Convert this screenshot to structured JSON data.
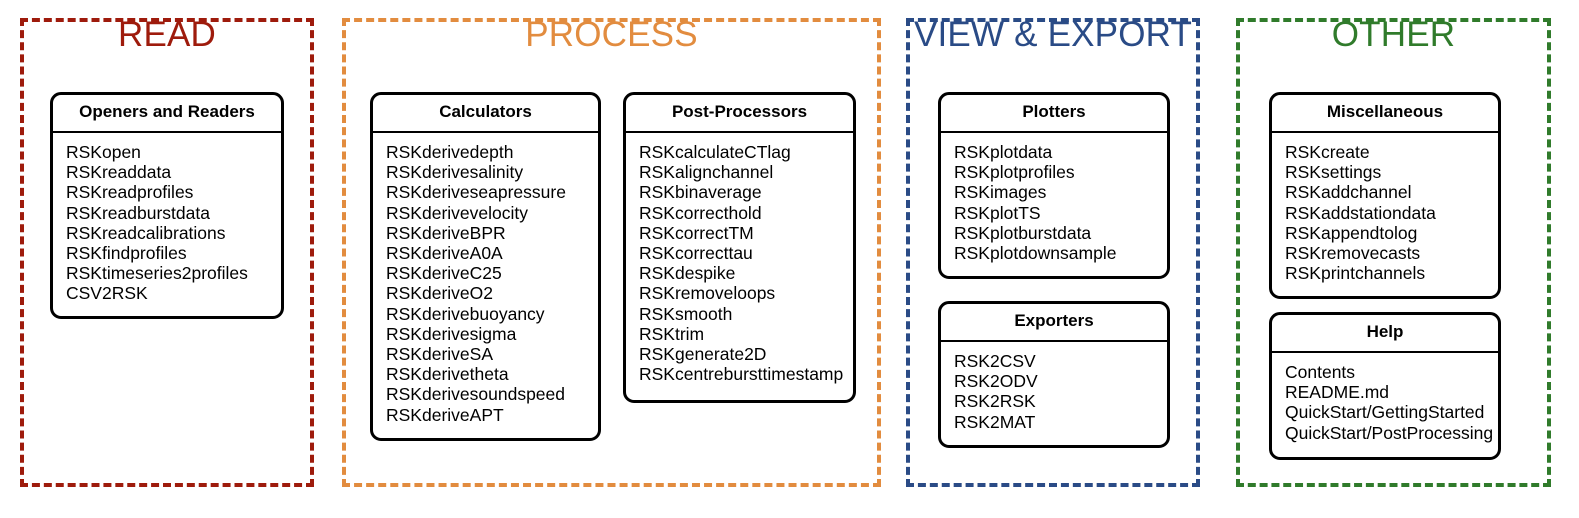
{
  "panels": [
    {
      "id": "read",
      "title": "READ",
      "color": "#9e1b0c",
      "cards": [
        {
          "id": "openers",
          "header": "Openers and Readers",
          "items": [
            "RSKopen",
            "RSKreaddata",
            "RSKreadprofiles",
            "RSKreadburstdata",
            "RSKreadcalibrations",
            "RSKfindprofiles",
            "RSKtimeseries2profiles",
            "CSV2RSK"
          ]
        }
      ]
    },
    {
      "id": "process",
      "title": "PROCESS",
      "color": "#e28c3f",
      "cards": [
        {
          "id": "calculators",
          "header": "Calculators",
          "items": [
            "RSKderivedepth",
            "RSKderivesalinity",
            "RSKderiveseapressure",
            "RSKderivevelocity",
            "RSKderiveBPR",
            "RSKderiveA0A",
            "RSKderiveC25",
            "RSKderiveO2",
            "RSKderivebuoyancy",
            "RSKderivesigma",
            "RSKderiveSA",
            "RSKderivetheta",
            "RSKderivesoundspeed",
            "RSKderiveAPT"
          ]
        },
        {
          "id": "postproc",
          "header": "Post-Processors",
          "items": [
            "RSKcalculateCTlag",
            "RSKalignchannel",
            "RSKbinaverage",
            "RSKcorrecthold",
            "RSKcorrectTM",
            "RSKcorrecttau",
            "RSKdespike",
            "RSKremoveloops",
            "RSKsmooth",
            "RSKtrim",
            "RSKgenerate2D",
            "RSKcentrebursttimestamp"
          ]
        }
      ]
    },
    {
      "id": "view-export",
      "title": "VIEW & EXPORT",
      "color": "#2a4b86",
      "cards": [
        {
          "id": "plotters",
          "header": "Plotters",
          "items": [
            "RSKplotdata",
            "RSKplotprofiles",
            "RSKimages",
            "RSKplotTS",
            "RSKplotburstdata",
            "RSKplotdownsample"
          ]
        },
        {
          "id": "exporters",
          "header": "Exporters",
          "items": [
            "RSK2CSV",
            "RSK2ODV",
            "RSK2RSK",
            "RSK2MAT"
          ]
        }
      ]
    },
    {
      "id": "other",
      "title": "OTHER",
      "color": "#307b2b",
      "cards": [
        {
          "id": "misc",
          "header": "Miscellaneous",
          "items": [
            "RSKcreate",
            "RSKsettings",
            "RSKaddchannel",
            "RSKaddstationdata",
            "RSKappendtolog",
            "RSKremovecasts",
            "RSKprintchannels"
          ]
        },
        {
          "id": "help",
          "header": "Help",
          "items": [
            "Contents",
            "README.md",
            "QuickStart/GettingStarted",
            "QuickStart/PostProcessing"
          ]
        }
      ]
    }
  ]
}
